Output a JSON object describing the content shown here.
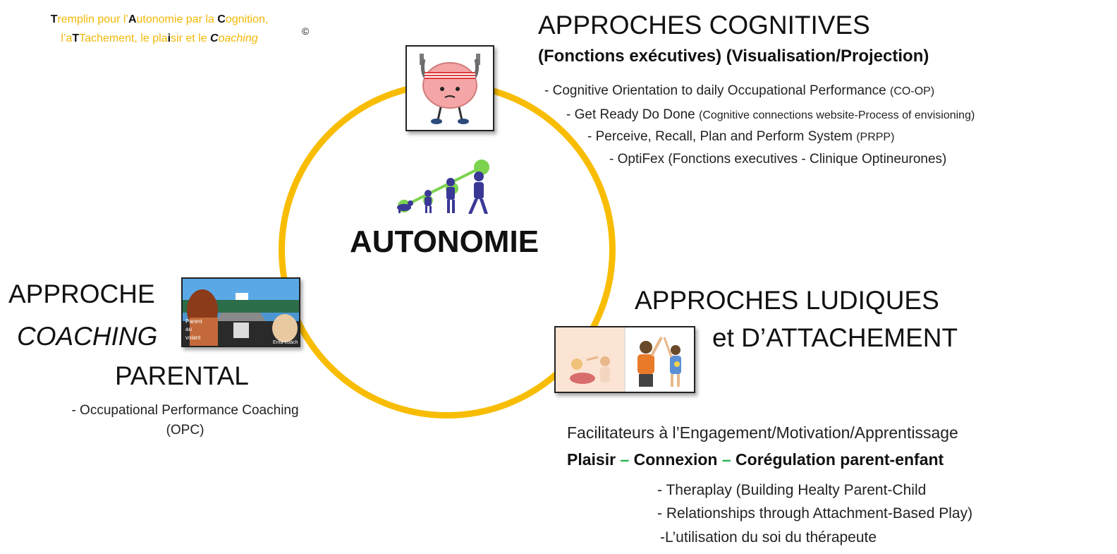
{
  "logo": {
    "l1_a": "T",
    "l1_b": "remplin pour l’",
    "l1_c": "A",
    "l1_d": "utonomie par la ",
    "l1_e": "C",
    "l1_f": "ognition,",
    "l2_a": "l’a",
    "l2_b": "T",
    "l2_c": "Tachement, le pla",
    "l2_d": "i",
    "l2_e": "sir et le ",
    "l2_f": "C",
    "l2_g": "oaching",
    "copyright": "©"
  },
  "center": {
    "title": "AUTONOMIE"
  },
  "cognitive": {
    "title": "APPROCHES COGNITIVES",
    "subtitle_open": "(",
    "subtitle_rest": "Fonctions exécutives) (Visualisation/Projection)",
    "items": [
      {
        "main": "- Cognitive Orientation to daily Occupational Performance ",
        "small": "(CO-OP)"
      },
      {
        "main": "- Get Ready Do Done ",
        "small": "(Cognitive connections website-Process of envisioning)"
      },
      {
        "main": "- Perceive, Recall, Plan and Perform System ",
        "small": "(PRPP)"
      },
      {
        "main": "- OptiFex (Fonctions executives - Clinique Optineurones)",
        "small": ""
      }
    ]
  },
  "ludique": {
    "title1": "APPROCHES LUDIQUES",
    "title2": "et D’ATTACHEMENT",
    "facilitators": "Facilitateurs à l’Engagement/Motivation/Apprentissage",
    "plaisir": "Plaisir",
    "dash": "–",
    "connexion": "Connexion",
    "coregulation": "Corégulation parent-enfant",
    "items": [
      "- Theraplay (Building Healty Parent-Child",
      "- Relationships through Attachment-Based Play)",
      "-L’utilisation du soi du thérapeute"
    ]
  },
  "coaching": {
    "title1": "APPROCHE",
    "title2": "COACHING",
    "title3": "PARENTAL",
    "item_line1": "- Occupational Performance Coaching",
    "item_line2": "(OPC)",
    "image_labels": {
      "parent": "Parent",
      "au": "au",
      "volant": "volant",
      "enfa": "Enfa-coach"
    }
  },
  "colors": {
    "ring": "#f8bd02",
    "logo_accent": "#f2b705",
    "green": "#22b24c",
    "figures": "#3a3896"
  }
}
